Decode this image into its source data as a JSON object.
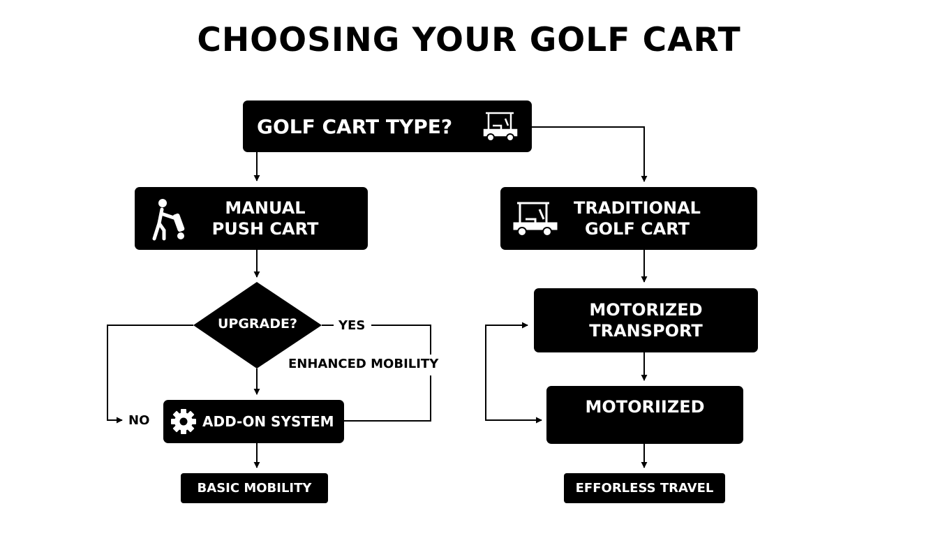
{
  "title": "CHOOSING YOUR GOLF CART",
  "nodes": {
    "golf_cart_type": {
      "label": "GOLF CART TYPE?",
      "icon": "golf-cart-icon"
    },
    "manual_push_cart": {
      "line1": "MANUAL",
      "line2": "PUSH CART",
      "icon": "person-pushing-cart-icon"
    },
    "traditional_golf_cart": {
      "line1": "TRADITIONAL",
      "line2": "GOLF CART",
      "icon": "golf-cart-icon"
    },
    "upgrade": {
      "label": "UPGRADE?"
    },
    "add_on_system": {
      "label": "ADD-ON SYSTEM",
      "icon": "gear-icon"
    },
    "basic_mobility": {
      "label": "BASIC MOBILITY"
    },
    "motorized_transport": {
      "line1": "MOTORIZED",
      "line2": "TRANSPORT"
    },
    "motoriized": {
      "label": "MOTORIIZED"
    },
    "effortless_travel": {
      "label": "EFFORLESS TRAVEL"
    }
  },
  "edge_labels": {
    "yes": "YES",
    "no": "NO",
    "enhanced_mobility": "ENHANCED MOBILITY"
  },
  "colors": {
    "box_fill": "#000000",
    "box_text": "#ffffff",
    "line": "#000000",
    "background": "#ffffff"
  }
}
